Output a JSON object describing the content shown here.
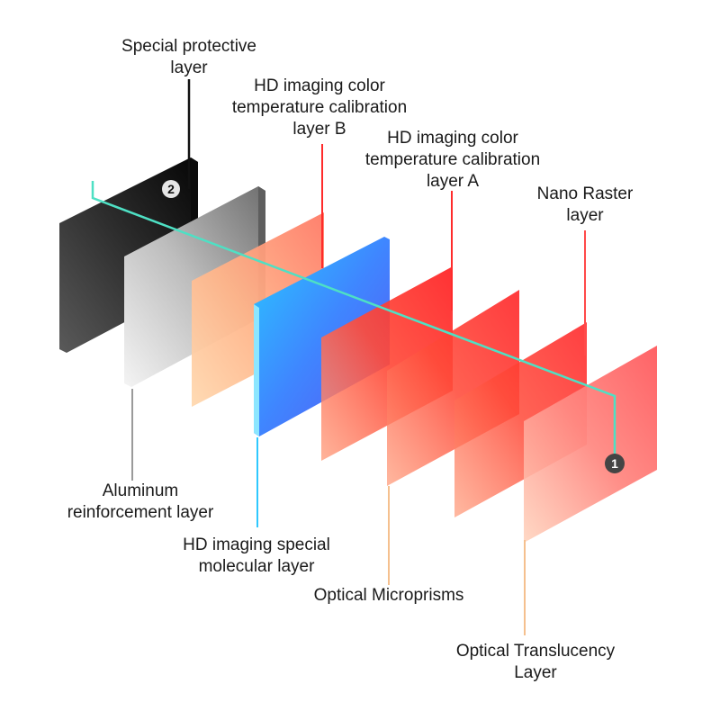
{
  "labels": {
    "special_protective": [
      "Special protective",
      "layer"
    ],
    "calibration_b": [
      "HD imaging color",
      "temperature calibration",
      "layer  B"
    ],
    "calibration_a": [
      "HD imaging color",
      "temperature calibration",
      "layer  A"
    ],
    "nano_raster": [
      "Nano Raster",
      "layer"
    ],
    "aluminum": [
      "Aluminum",
      "reinforcement layer"
    ],
    "molecular": [
      "HD imaging special",
      "molecular layer"
    ],
    "microprisms": [
      "Optical Microprisms"
    ],
    "translucency": [
      "Optical Translucency",
      "Layer"
    ]
  },
  "markers": {
    "front": "1",
    "back": "2"
  },
  "colors": {
    "teal_ray": "#4ee0c4",
    "black_panel": "#1c1c1c",
    "grey_panel": "#8a8a8a",
    "blue_panel": "#3aa0ff",
    "red_panel": "#ff3b2f",
    "peach_panel": "#ffc89a"
  }
}
